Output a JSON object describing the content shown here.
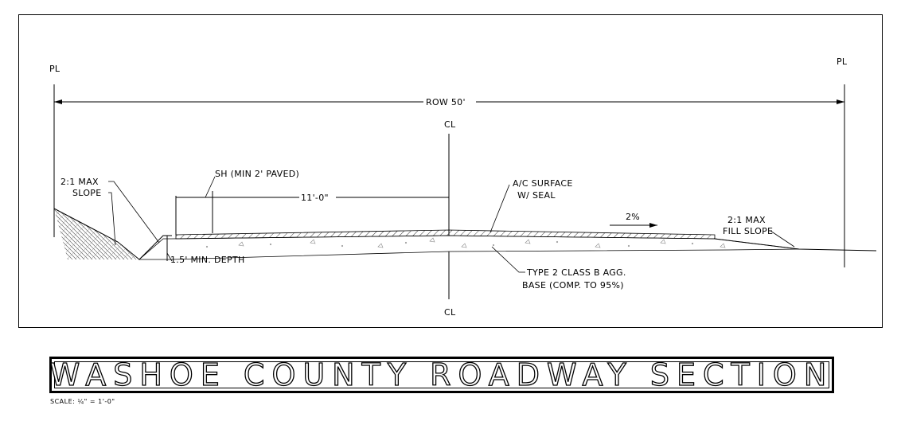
{
  "labels": {
    "pl_left": "PL",
    "pl_right": "PL",
    "row": "ROW 50'",
    "cl_top": "CL",
    "cl_bottom": "CL",
    "slope_left_1": "2:1 MAX",
    "slope_left_2": "SLOPE",
    "shoulder": "SH (MIN 2' PAVED)",
    "lane_width": "11'-0\"",
    "surface_1": "A/C SURFACE",
    "surface_2": "W/ SEAL",
    "cross_slope": "2%",
    "fill_slope_1": "2:1 MAX",
    "fill_slope_2": "FILL SLOPE",
    "depth": "1.5' MIN. DEPTH",
    "base_1": "TYPE 2 CLASS B AGG.",
    "base_2": "BASE (COMP. TO 95%)"
  },
  "title": "WASHOE COUNTY ROADWAY SECTION",
  "scale": "SCALE: ¼\" = 1'-0\""
}
